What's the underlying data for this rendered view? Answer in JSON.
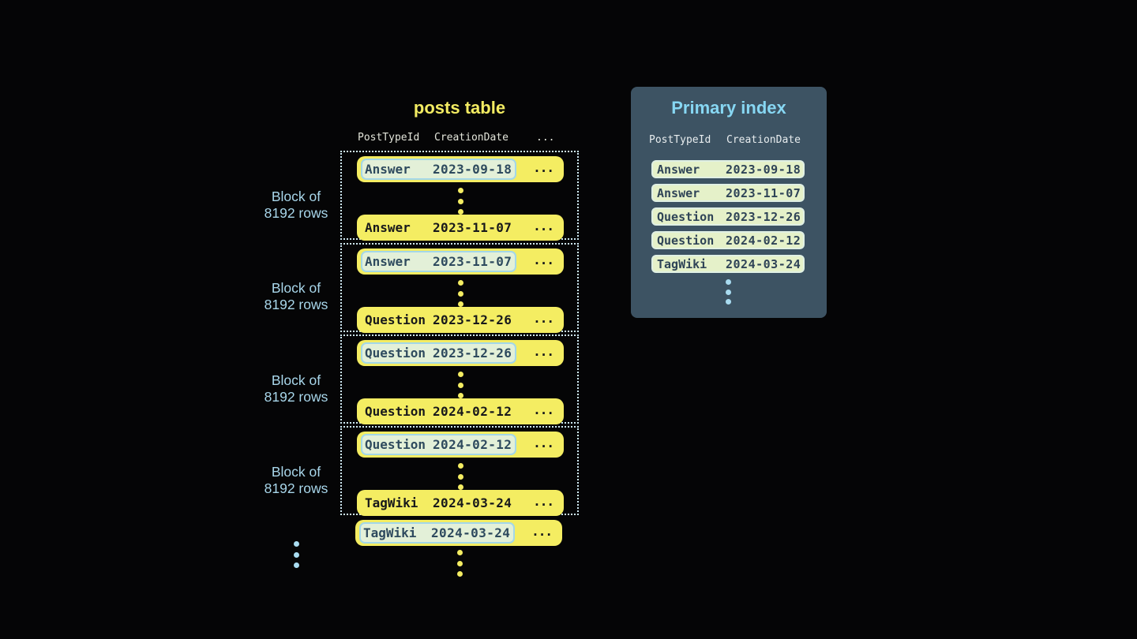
{
  "posts_table": {
    "title": "posts table",
    "headers": [
      "PostTypeId",
      "CreationDate",
      "..."
    ],
    "block_label_line1": "Block of",
    "block_label_line2": "8192 rows",
    "row_ellipsis": "...",
    "blocks": [
      {
        "first": {
          "type": "Answer",
          "date": "2023-09-18"
        },
        "last": {
          "type": "Answer",
          "date": "2023-11-07"
        }
      },
      {
        "first": {
          "type": "Answer",
          "date": "2023-11-07"
        },
        "last": {
          "type": "Question",
          "date": "2023-12-26"
        }
      },
      {
        "first": {
          "type": "Question",
          "date": "2023-12-26"
        },
        "last": {
          "type": "Question",
          "date": "2024-02-12"
        }
      },
      {
        "first": {
          "type": "Question",
          "date": "2024-02-12"
        },
        "last": {
          "type": "TagWiki",
          "date": "2024-03-24"
        }
      }
    ],
    "overflow_row": {
      "type": "TagWiki",
      "date": "2024-03-24"
    }
  },
  "primary_index": {
    "title": "Primary index",
    "headers": [
      "PostTypeId",
      "CreationDate"
    ],
    "rows": [
      {
        "type": "Answer",
        "date": "2023-09-18"
      },
      {
        "type": "Answer",
        "date": "2023-11-07"
      },
      {
        "type": "Question",
        "date": "2023-12-26"
      },
      {
        "type": "Question",
        "date": "2024-02-12"
      },
      {
        "type": "TagWiki",
        "date": "2024-03-24"
      }
    ]
  },
  "colors": {
    "background": "#050506",
    "row_yellow": "#f4ed62",
    "title_yellow": "#f3ec62",
    "highlight_fill": "#e3f0d8",
    "highlight_border": "#a3d7e8",
    "block_border": "#cfe9f3",
    "label_blue": "#a8d6ea",
    "panel_bg": "#3d5363",
    "panel_title_blue": "#87d7f3",
    "index_row_fill": "#e5f1c9",
    "dark_text": "#17181b",
    "slate_text": "#2e4a5e",
    "dot_blue": "#a9dcf1"
  }
}
